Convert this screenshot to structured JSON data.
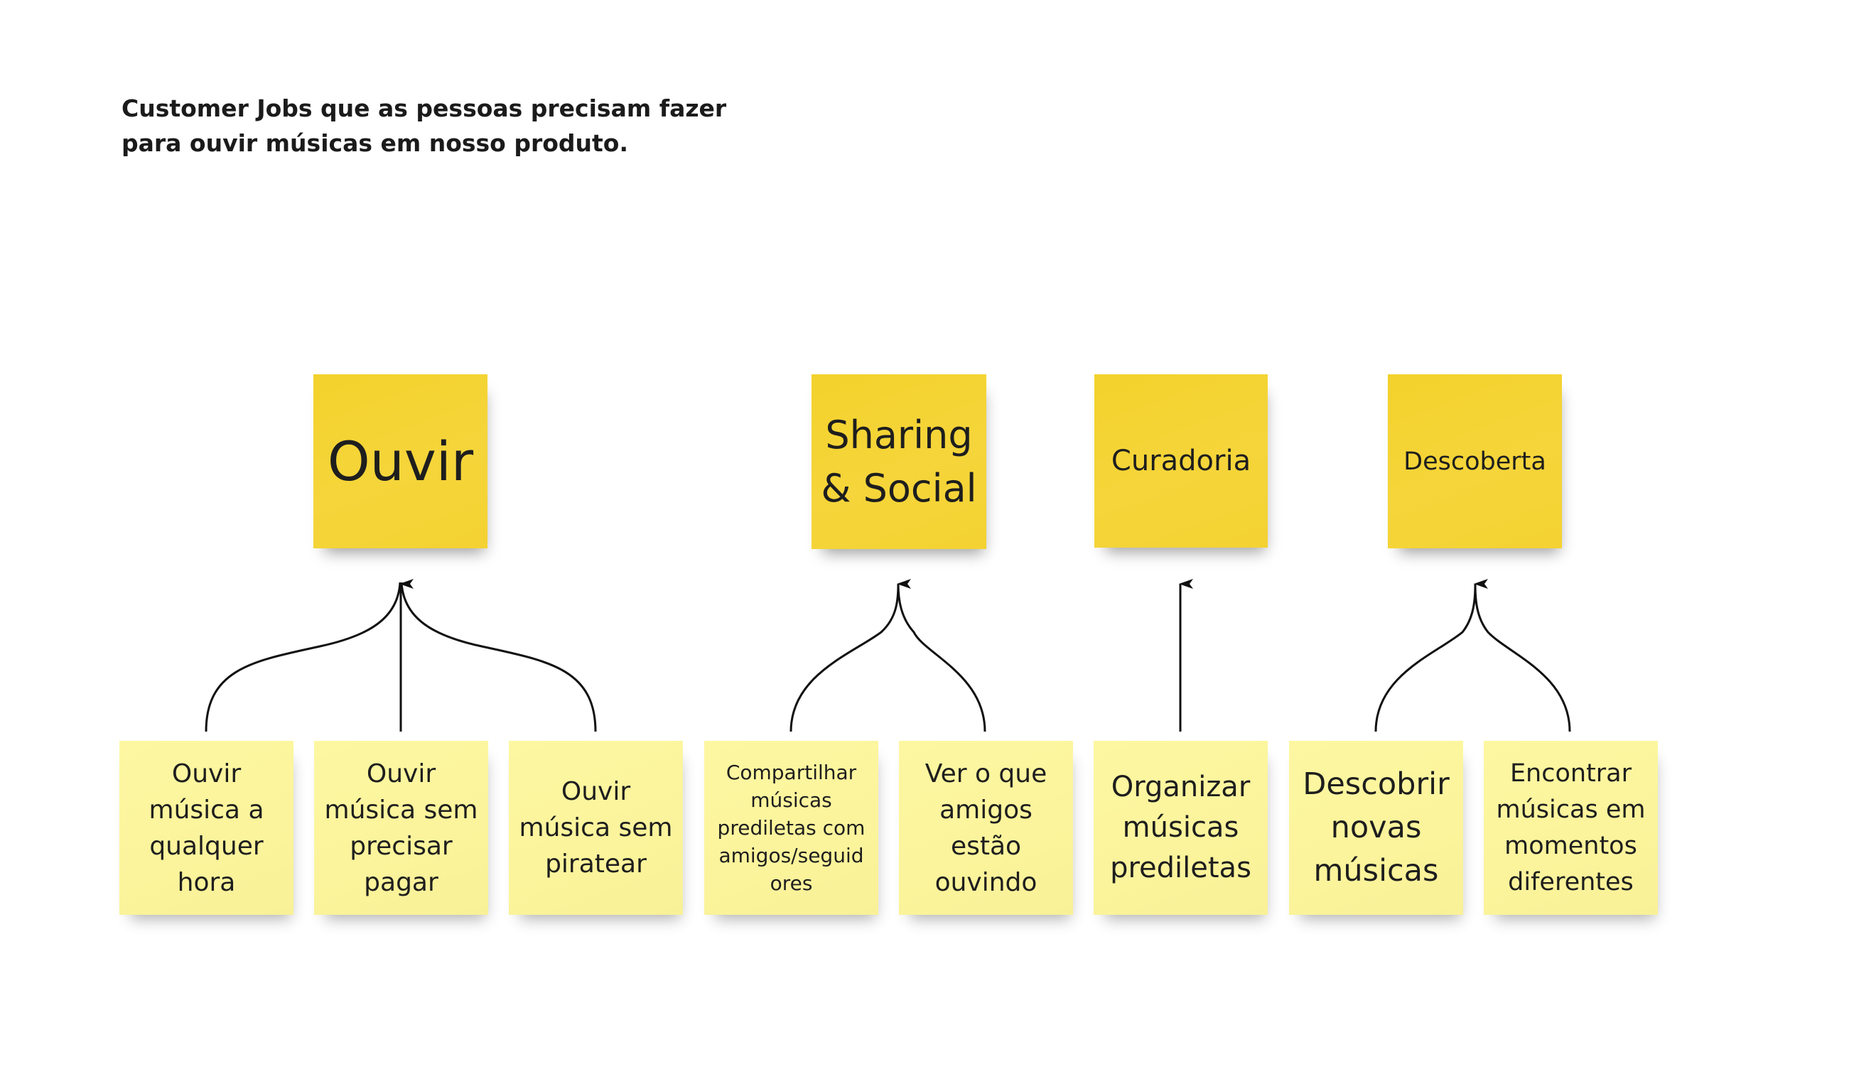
{
  "title": {
    "line1": "Customer Jobs que as pessoas precisam fazer",
    "line2": "para ouvir músicas em nosso produto."
  },
  "categories": [
    {
      "label": "Ouvir"
    },
    {
      "label": "Sharing\n& Social"
    },
    {
      "label": "Curadoria"
    },
    {
      "label": "Descoberta"
    }
  ],
  "jobs": [
    {
      "label": "Ouvir\nmúsica a\nqualquer\nhora",
      "category": "Ouvir"
    },
    {
      "label": "Ouvir\nmúsica sem\nprecisar\npagar",
      "category": "Ouvir"
    },
    {
      "label": "Ouvir\nmúsica sem\npiratear",
      "category": "Ouvir"
    },
    {
      "label": "Compartilhar\nmúsicas\nprediletas com\namigos/seguid\nores",
      "category": "Sharing & Social"
    },
    {
      "label": "Ver o que\namigos\nestão\nouvindo",
      "category": "Sharing & Social"
    },
    {
      "label": "Organizar\nmúsicas\nprediletas",
      "category": "Curadoria"
    },
    {
      "label": "Descobrir\nnovas\nmúsicas",
      "category": "Descoberta"
    },
    {
      "label": "Encontrar\nmúsicas em\nmomentos\ndiferentes",
      "category": "Descoberta"
    }
  ],
  "colors": {
    "category_note": "#f4d232",
    "job_note": "#fbf49c",
    "connector": "#111111"
  }
}
